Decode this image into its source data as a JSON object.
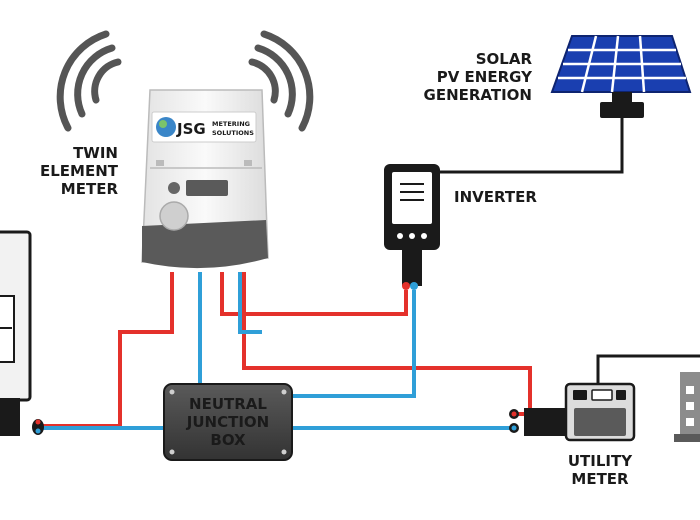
{
  "labels": {
    "meter": [
      "TWIN",
      "ELEMENT",
      "METER"
    ],
    "solar": [
      "SOLAR",
      "PV ENERGY",
      "GENERATION"
    ],
    "inverter": "INVERTER",
    "junction": [
      "NEUTRAL",
      "JUNCTION",
      "BOX"
    ],
    "utility": [
      "UTILITY",
      "METER"
    ]
  },
  "logo": {
    "brand": "JSG",
    "line1": "METERING",
    "line2": "SOLUTIONS"
  },
  "colors": {
    "live_wire": "#e4312b",
    "neutral_wire": "#2f9fd8",
    "cable": "#1a1a1a",
    "panel": "#1a3fb0",
    "junction_box": "#4a4a4a",
    "meter_body": "#f2f2f2",
    "meter_base": "#5a5a5a"
  }
}
